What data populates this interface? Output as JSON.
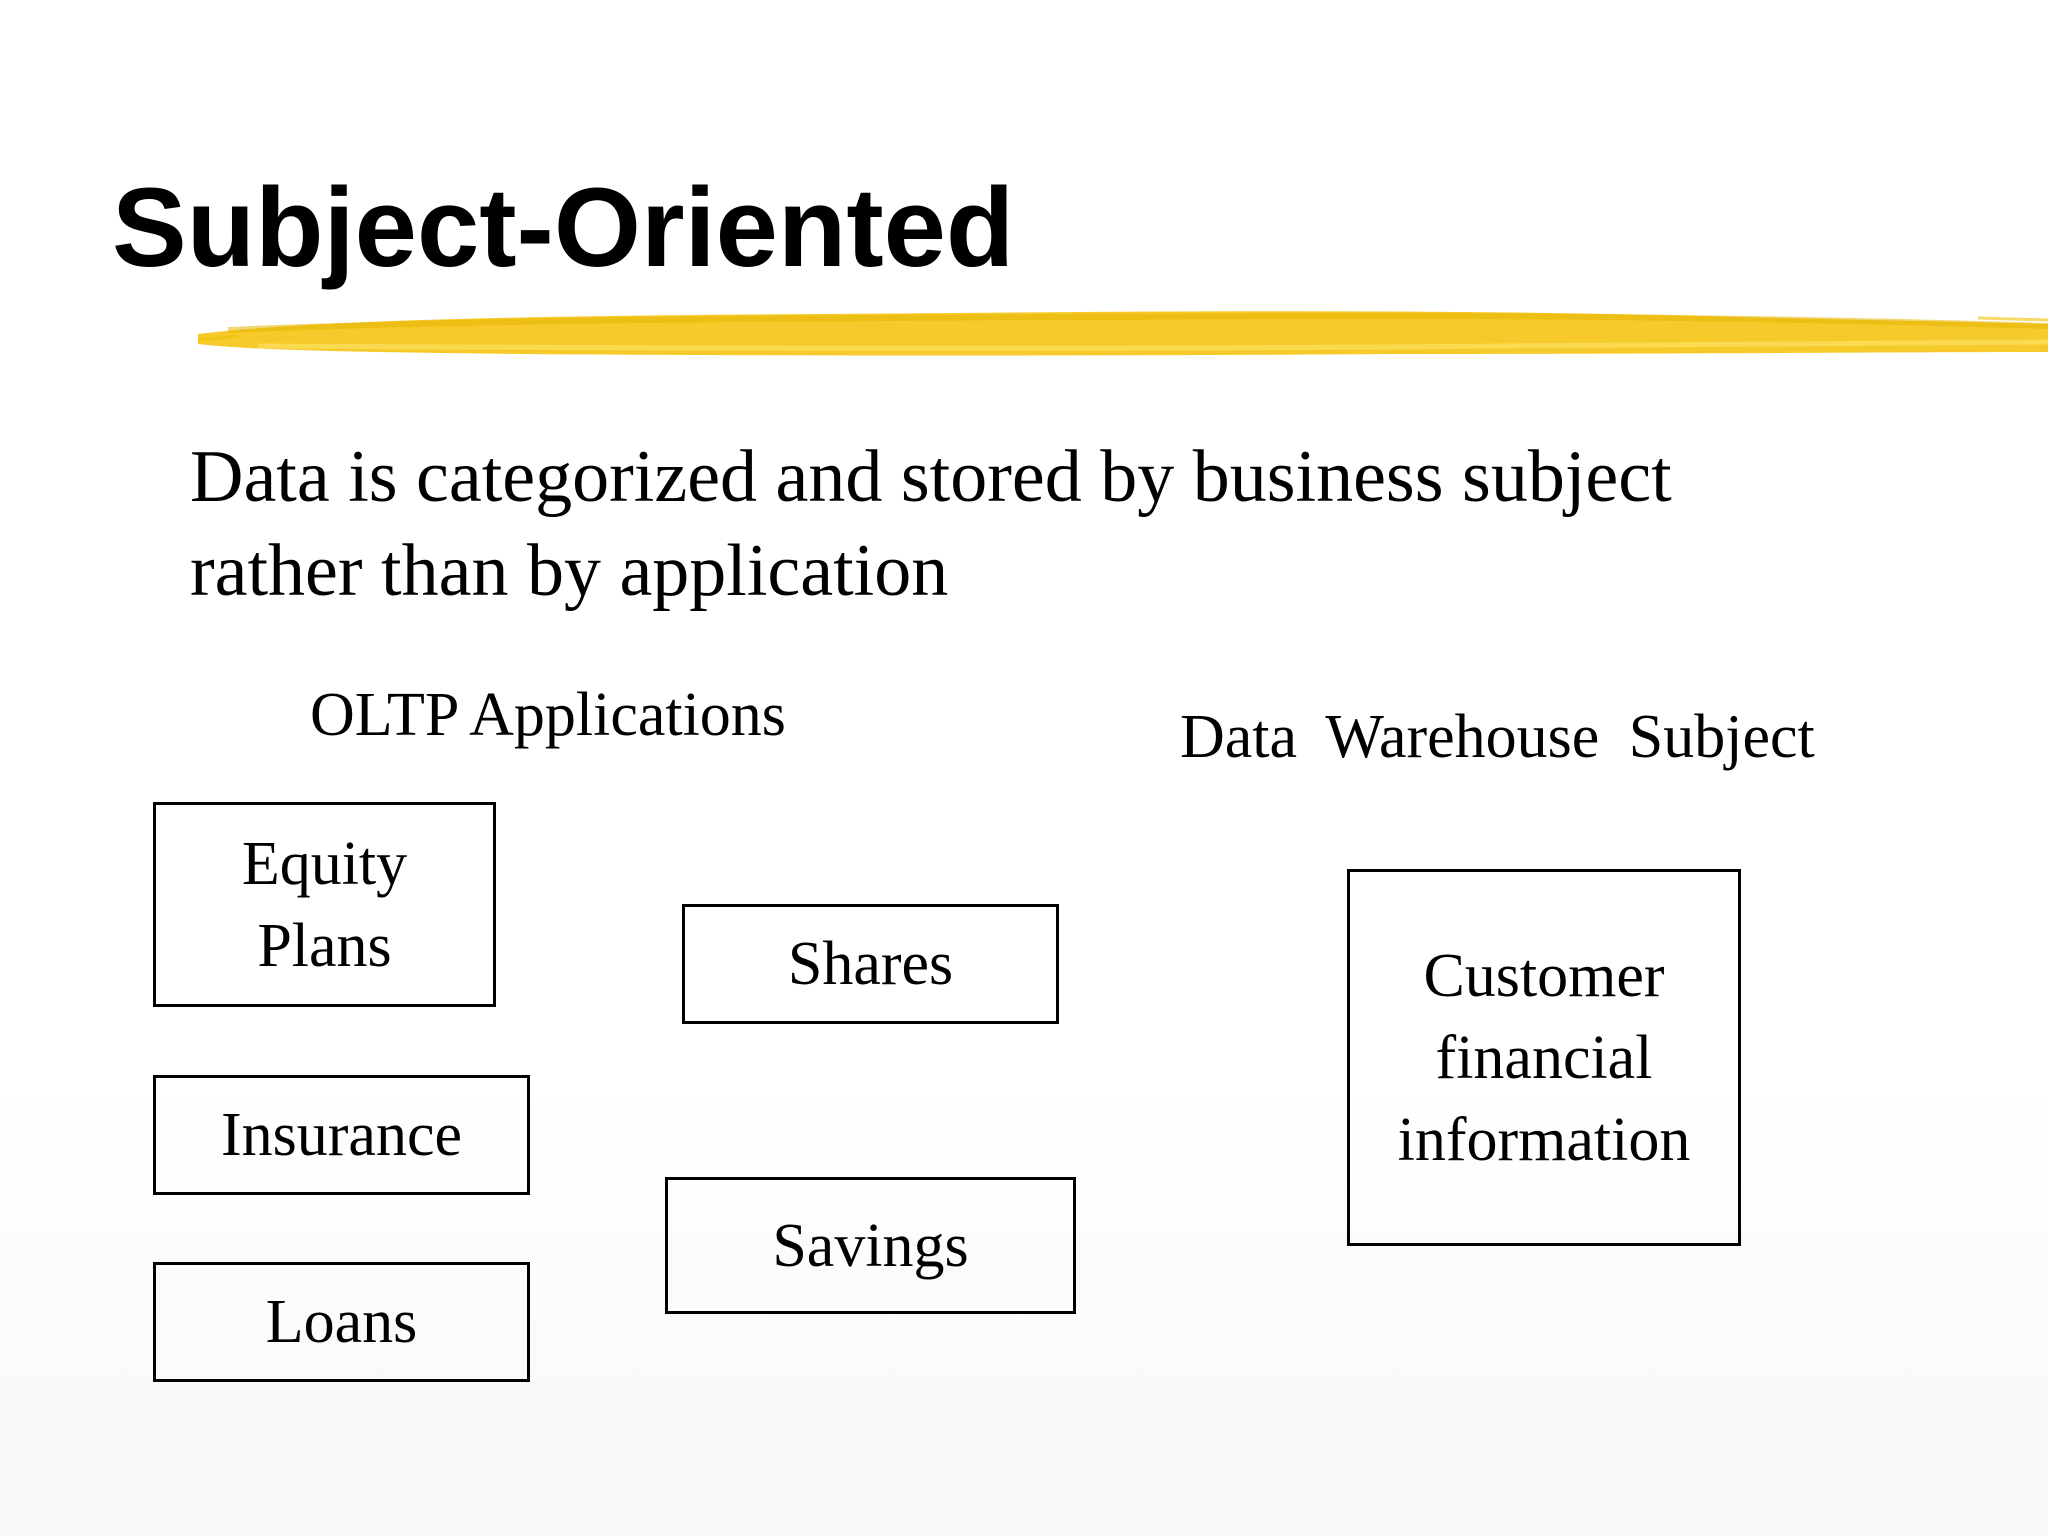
{
  "slide": {
    "title": "Subject-Oriented",
    "statement_line1": "Data is categorized and stored  by business subject",
    "statement_line2": "rather than by application"
  },
  "oltp": {
    "heading": "OLTP Applications",
    "boxes": {
      "equity_line1": "Equity",
      "equity_line2": "Plans",
      "insurance": "Insurance",
      "loans": "Loans",
      "shares": "Shares",
      "savings": "Savings"
    }
  },
  "warehouse": {
    "heading": "Data  Warehouse  Subject",
    "box_line1": "Customer",
    "box_line2": "financial",
    "box_line3": "information"
  },
  "colors": {
    "accent_highlighter": "#F5C518",
    "text": "#000000",
    "background": "#FFFFFF"
  }
}
